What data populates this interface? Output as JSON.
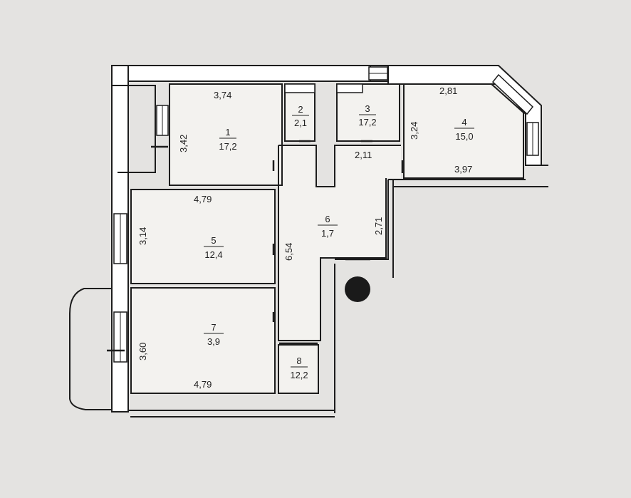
{
  "rooms": [
    {
      "number": "1",
      "area": "17,2"
    },
    {
      "number": "2",
      "area": "2,1"
    },
    {
      "number": "3",
      "area": "17,2"
    },
    {
      "number": "4",
      "area": "15,0"
    },
    {
      "number": "5",
      "area": "12,4"
    },
    {
      "number": "6",
      "area": "1,7"
    },
    {
      "number": "7",
      "area": "3,9"
    },
    {
      "number": "8",
      "area": "12,2"
    }
  ],
  "dimensions": {
    "r5_width": "3,74",
    "r5_depth": "3,42",
    "r8_top": "2,81",
    "r8_depth": "3,24",
    "r8_bottom": "3,97",
    "r7_width": "2,11",
    "r4_width": "4,79",
    "r4_depth": "3,14",
    "r1_length": "6,54",
    "r1_side": "2,71",
    "r3_depth": "3,60",
    "r3_width": "4,79"
  }
}
